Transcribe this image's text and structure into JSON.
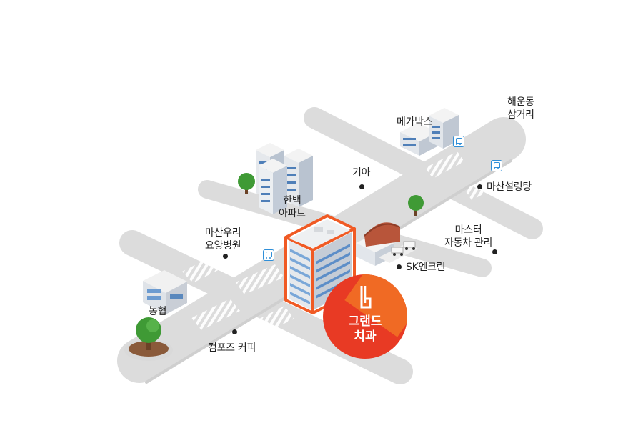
{
  "landmarks": {
    "haeundong": "해운동\n삼거리",
    "megabox": "메가박스",
    "kia": "기아",
    "masan_seolleongtang": "마산설렁탕",
    "hanbaek_apt": "한백\n아파트",
    "master_auto": "마스터\n자동차 관리",
    "masan_woori": "마산우리\n요양병원",
    "sk_enclean": "SK엔크린",
    "nonghyup": "농협",
    "compose_coffee": "컴포즈 커피"
  },
  "destination": {
    "name": "그랜드\n치과",
    "color": "#e83a24"
  },
  "colors": {
    "road": "#dcdcdc",
    "crosswalk": "#ffffff",
    "highlight": "#f05a24",
    "tree": "#3f9a35",
    "bus_icon": "#2f8fd8"
  },
  "icons": [
    "bus-stop-icon",
    "tree-icon",
    "building-icon",
    "tooth-logo-icon"
  ]
}
